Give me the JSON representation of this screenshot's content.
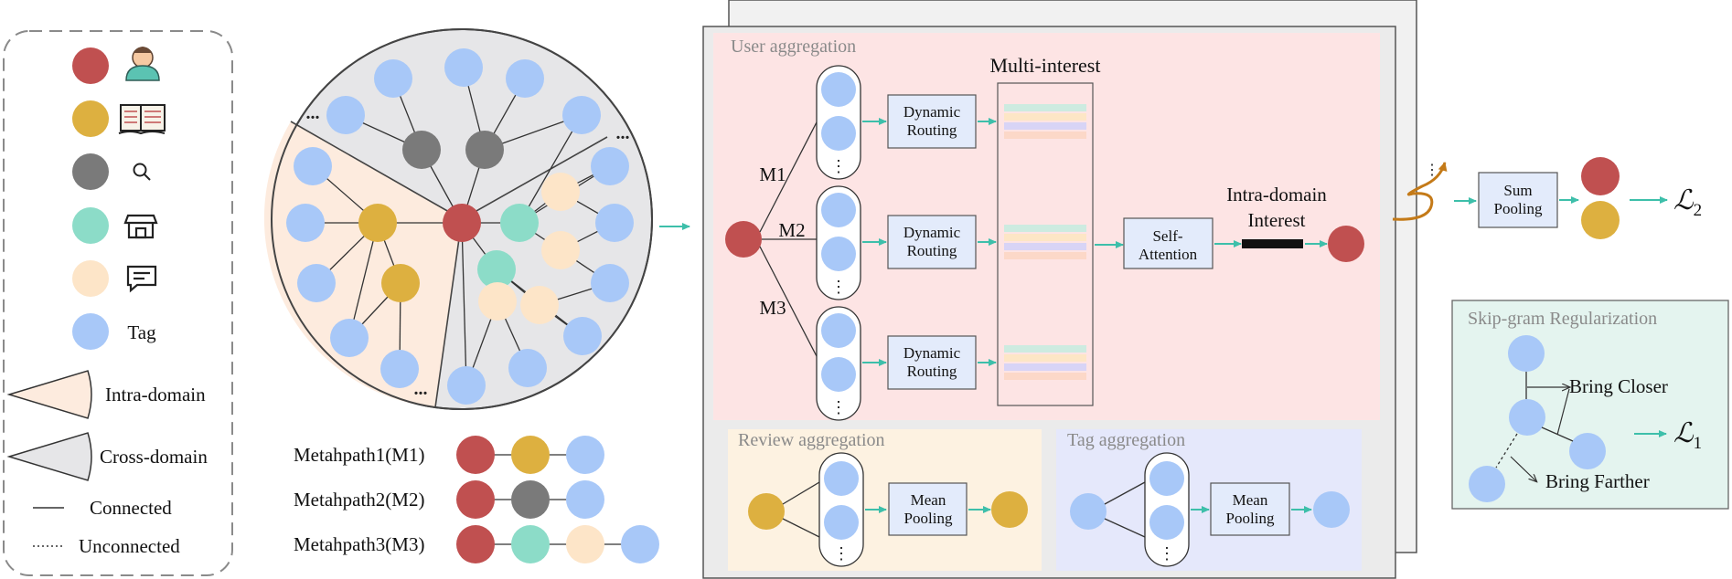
{
  "colors": {
    "user": "#c05050",
    "item": "#ddb040",
    "query": "#7a7a7a",
    "shop": "#8cdcc8",
    "review": "#fde5c8",
    "tag": "#a8c8f8",
    "arrow_teal": "#3dbfaa",
    "arrow_orange": "#c47a18",
    "panel_user": "#fde4e4",
    "panel_review": "#fdf2e1",
    "panel_tag": "#e5e8fb",
    "panel_skip": "#e4f4ef",
    "intra_wedge": "#fdebde",
    "cross_wedge": "#e6e6e8"
  },
  "legend": {
    "tag_label": "Tag",
    "intra_label": "Intra-domain",
    "cross_label": "Cross-domain",
    "connected_label": "Connected",
    "unconnected_label": "Unconnected",
    "icons": [
      "user-icon",
      "book-icon",
      "search-icon",
      "store-icon",
      "comment-icon"
    ]
  },
  "graph": {
    "ellipses": [
      "...",
      "...",
      "..."
    ]
  },
  "metapaths": [
    {
      "label": "Metahpath1(M1)",
      "nodes": [
        "user",
        "item",
        "tag"
      ]
    },
    {
      "label": "Metahpath2(M2)",
      "nodes": [
        "user",
        "query",
        "tag"
      ]
    },
    {
      "label": "Metahpath3(M3)",
      "nodes": [
        "user",
        "shop",
        "review",
        "tag"
      ]
    }
  ],
  "user_agg": {
    "title": "User aggregation",
    "paths": [
      "M1",
      "M2",
      "M3"
    ],
    "routing": "Dynamic Routing",
    "routing_line1": "Dynamic",
    "routing_line2": "Routing",
    "multi_interest": "Multi-interest",
    "self_attn_line1": "Self-",
    "self_attn_line2": "Attention",
    "intra_line1": "Intra-domain",
    "intra_line2": "Interest",
    "dots": "⋮"
  },
  "review_agg": {
    "title": "Review aggregation",
    "pool_line1": "Mean",
    "pool_line2": "Pooling"
  },
  "tag_agg": {
    "title": "Tag aggregation",
    "pool_line1": "Mean",
    "pool_line2": "Pooling"
  },
  "sum_pool": {
    "line1": "Sum",
    "line2": "Pooling",
    "dots": "⋮",
    "loss_symbol": "ℒ",
    "loss_sub": "2"
  },
  "skipgram": {
    "title": "Skip-gram Regularization",
    "closer": "Bring Closer",
    "farther": "Bring Farther",
    "loss_symbol": "ℒ",
    "loss_sub": "1"
  }
}
